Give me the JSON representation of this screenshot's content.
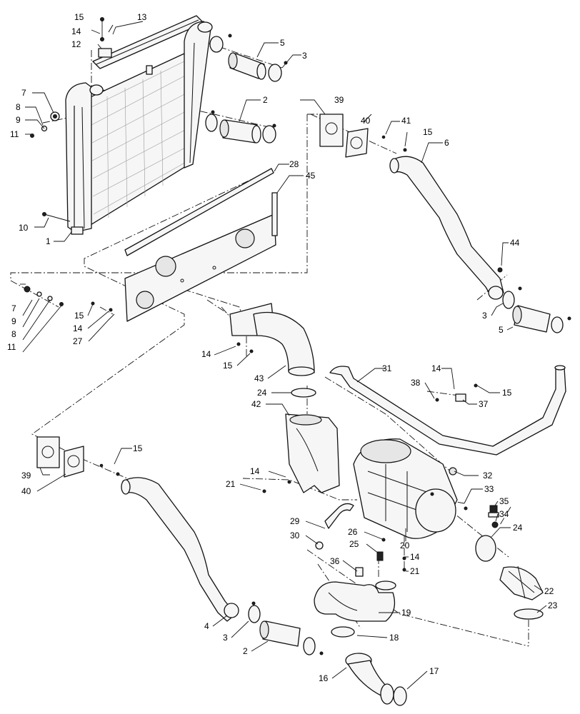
{
  "diagram": {
    "callouts": [
      {
        "id": "c15a",
        "label": "15"
      },
      {
        "id": "c13",
        "label": "13"
      },
      {
        "id": "c14a",
        "label": "14"
      },
      {
        "id": "c12",
        "label": "12"
      },
      {
        "id": "c5a",
        "label": "5"
      },
      {
        "id": "c3a",
        "label": "3"
      },
      {
        "id": "c7a",
        "label": "7"
      },
      {
        "id": "c8a",
        "label": "8"
      },
      {
        "id": "c9a",
        "label": "9"
      },
      {
        "id": "c11a",
        "label": "11"
      },
      {
        "id": "c2a",
        "label": "2"
      },
      {
        "id": "c39a",
        "label": "39"
      },
      {
        "id": "c40a",
        "label": "40"
      },
      {
        "id": "c41",
        "label": "41"
      },
      {
        "id": "c15b",
        "label": "15"
      },
      {
        "id": "c6",
        "label": "6"
      },
      {
        "id": "c28",
        "label": "28"
      },
      {
        "id": "c45",
        "label": "45"
      },
      {
        "id": "c10",
        "label": "10"
      },
      {
        "id": "c1",
        "label": "1"
      },
      {
        "id": "c44",
        "label": "44"
      },
      {
        "id": "c3b",
        "label": "3"
      },
      {
        "id": "c5b",
        "label": "5"
      },
      {
        "id": "c7b",
        "label": "7"
      },
      {
        "id": "c9b",
        "label": "9"
      },
      {
        "id": "c8b",
        "label": "8"
      },
      {
        "id": "c11b",
        "label": "11"
      },
      {
        "id": "c15c",
        "label": "15"
      },
      {
        "id": "c14b",
        "label": "14"
      },
      {
        "id": "c27",
        "label": "27"
      },
      {
        "id": "c14c",
        "label": "14"
      },
      {
        "id": "c15d",
        "label": "15"
      },
      {
        "id": "c43",
        "label": "43"
      },
      {
        "id": "c24a",
        "label": "24"
      },
      {
        "id": "c31",
        "label": "31"
      },
      {
        "id": "c14d",
        "label": "14"
      },
      {
        "id": "c38",
        "label": "38"
      },
      {
        "id": "c15e",
        "label": "15"
      },
      {
        "id": "c37",
        "label": "37"
      },
      {
        "id": "c42",
        "label": "42"
      },
      {
        "id": "c15f",
        "label": "15"
      },
      {
        "id": "c39b",
        "label": "39"
      },
      {
        "id": "c40b",
        "label": "40"
      },
      {
        "id": "c14e",
        "label": "14"
      },
      {
        "id": "c21a",
        "label": "21"
      },
      {
        "id": "c32",
        "label": "32"
      },
      {
        "id": "c33",
        "label": "33"
      },
      {
        "id": "c35",
        "label": "35"
      },
      {
        "id": "c34",
        "label": "34"
      },
      {
        "id": "c24b",
        "label": "24"
      },
      {
        "id": "c29",
        "label": "29"
      },
      {
        "id": "c30",
        "label": "30"
      },
      {
        "id": "c26",
        "label": "26"
      },
      {
        "id": "c25",
        "label": "25"
      },
      {
        "id": "c20",
        "label": "20"
      },
      {
        "id": "c14f",
        "label": "14"
      },
      {
        "id": "c21b",
        "label": "21"
      },
      {
        "id": "c36",
        "label": "36"
      },
      {
        "id": "c22",
        "label": "22"
      },
      {
        "id": "c23",
        "label": "23"
      },
      {
        "id": "c19",
        "label": "19"
      },
      {
        "id": "c4",
        "label": "4"
      },
      {
        "id": "c3c",
        "label": "3"
      },
      {
        "id": "c2b",
        "label": "2"
      },
      {
        "id": "c18",
        "label": "18"
      },
      {
        "id": "c16",
        "label": "16"
      },
      {
        "id": "c17",
        "label": "17"
      }
    ]
  }
}
